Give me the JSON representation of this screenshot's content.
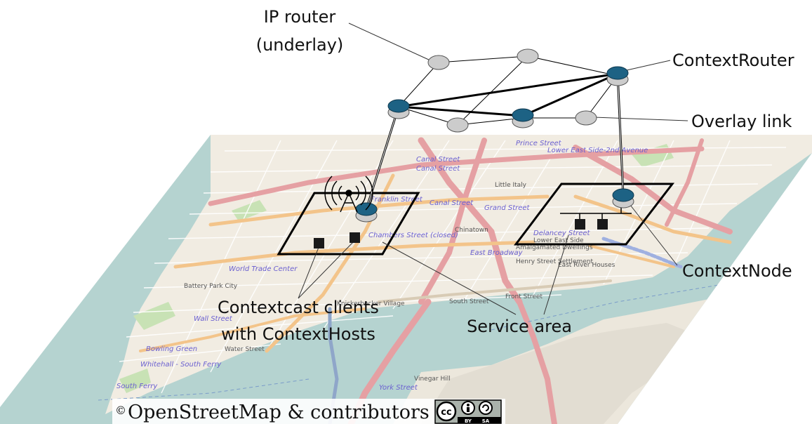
{
  "labels": {
    "ip_router_line1": "IP router",
    "ip_router_line2": "(underlay)",
    "context_router": "ContextRouter",
    "overlay_link": "Overlay link",
    "context_node": "ContextNode",
    "clients_line1": "Contextcast clients",
    "clients_line2": "with ContextHosts",
    "service_area": "Service area"
  },
  "map_streets": [
    "Prince Street",
    "Lower East Side-2nd Avenue",
    "Canal Street",
    "Canal Street",
    "Grand Street",
    "Canal Street",
    "Franklin Street",
    "Chambers Street (closed)",
    "East Broadway",
    "World Trade Center",
    "Wall Street",
    "Bowling Green",
    "Whitehall - South Ferry",
    "South Ferry",
    "York Street",
    "Delancey Street",
    "Henry Street Settlement",
    "East River Houses",
    "Vinegar Hill",
    "Battery Park City",
    "Knickerbocker Village",
    "Chinatown",
    "Lower East Side",
    "Amalgamated Dwellings",
    "Water Street",
    "South Street",
    "Front Street",
    "Little Italy"
  ],
  "credit": {
    "symbol": "©",
    "text": "OpenStreetMap & contributors",
    "license_by": "BY",
    "license_sa": "SA",
    "license_cc": "cc"
  },
  "colors": {
    "node_blue": "#1d6284",
    "node_grey": "#cccccc",
    "map_land": "#f1ece2",
    "map_water": "#b5d3d0",
    "road_pink": "#e5a0a3",
    "road_orange": "#f3c48a"
  }
}
